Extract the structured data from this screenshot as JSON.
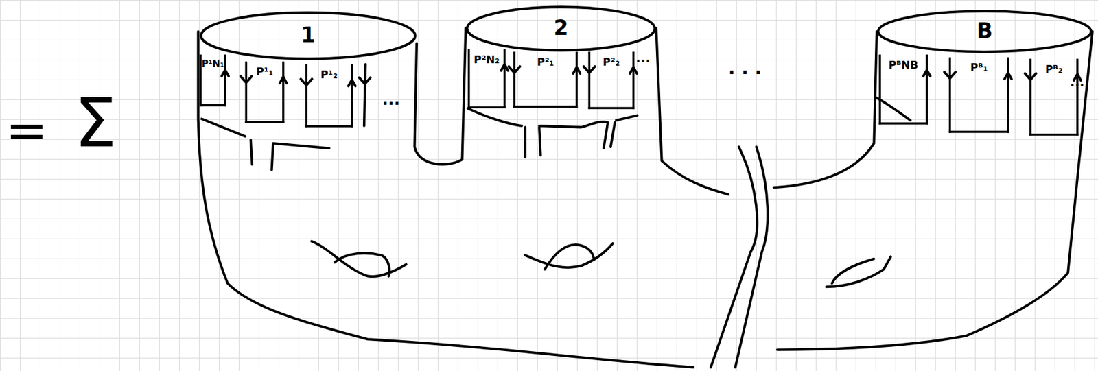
{
  "diagram": {
    "nodes": [
      {
        "text": [
          "1"
        ]
      },
      {
        "text": [
          "P¹N₁"
        ]
      },
      {
        "text": [
          "P¹₁"
        ]
      },
      {
        "text": [
          "P¹₂"
        ]
      },
      {
        "text": [
          "2"
        ]
      },
      {
        "text": [
          "P²N₂"
        ]
      },
      {
        "text": [
          "P²₁"
        ]
      },
      {
        "text": [
          "P²₂"
        ]
      },
      {
        "text": [
          "B"
        ]
      },
      {
        "text": [
          "PᴮNB"
        ]
      },
      {
        "text": [
          "Pᴮ₁"
        ]
      },
      {
        "text": [
          "Pᴮ₂"
        ]
      }
    ],
    "labels": [
      "=",
      "Σ",
      "...",
      "...",
      "...",
      ". . ."
    ]
  }
}
